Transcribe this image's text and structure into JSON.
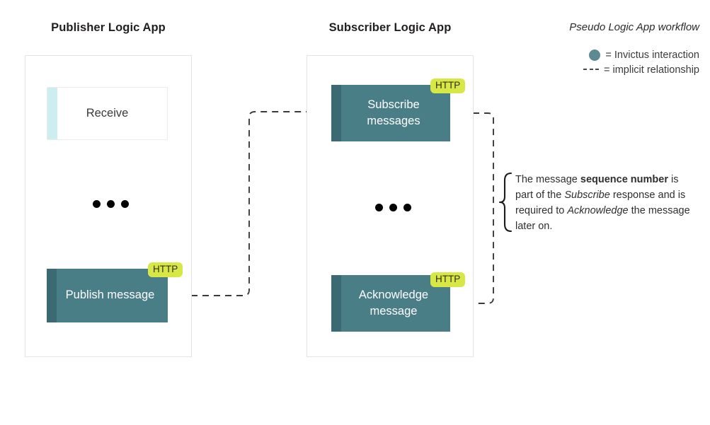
{
  "columns": [
    {
      "title": "Publisher Logic App"
    },
    {
      "title": "Subscriber Logic App"
    }
  ],
  "publisher": {
    "steps": [
      {
        "label": "Receive",
        "kind": "white",
        "badge": null
      },
      {
        "label": "•••",
        "kind": "ellipsis",
        "badge": null
      },
      {
        "label": "Publish message",
        "kind": "teal",
        "badge": "HTTP"
      }
    ]
  },
  "subscriber": {
    "steps": [
      {
        "label_line1": "Subscribe",
        "label_line2": "messages",
        "kind": "teal",
        "badge": "HTTP"
      },
      {
        "label": "•••",
        "kind": "ellipsis",
        "badge": null
      },
      {
        "label_line1": "Acknowledge",
        "label_line2": "message",
        "kind": "teal",
        "badge": "HTTP"
      }
    ]
  },
  "legend": {
    "title": "Pseudo Logic App workflow",
    "items": [
      {
        "symbol": "circle",
        "text": "= Invictus interaction"
      },
      {
        "symbol": "dashes",
        "text": "= implicit relationship"
      }
    ]
  },
  "annotation": {
    "part1": "The message ",
    "bold1": "sequence number",
    "part2": " is part of the ",
    "italic1": "Subscribe",
    "part3": " response and is required to ",
    "italic2": "Acknowledge",
    "part4": " the message later on."
  },
  "colors": {
    "teal_fill": "#4a7e87",
    "teal_stripe": "#3c6a72",
    "cyan_stripe": "#cdeef0",
    "badge_bg": "#d7e846",
    "legend_dot": "#5d8a91",
    "connector": "#3a3a3a",
    "container_border": "#e4e4e4"
  }
}
